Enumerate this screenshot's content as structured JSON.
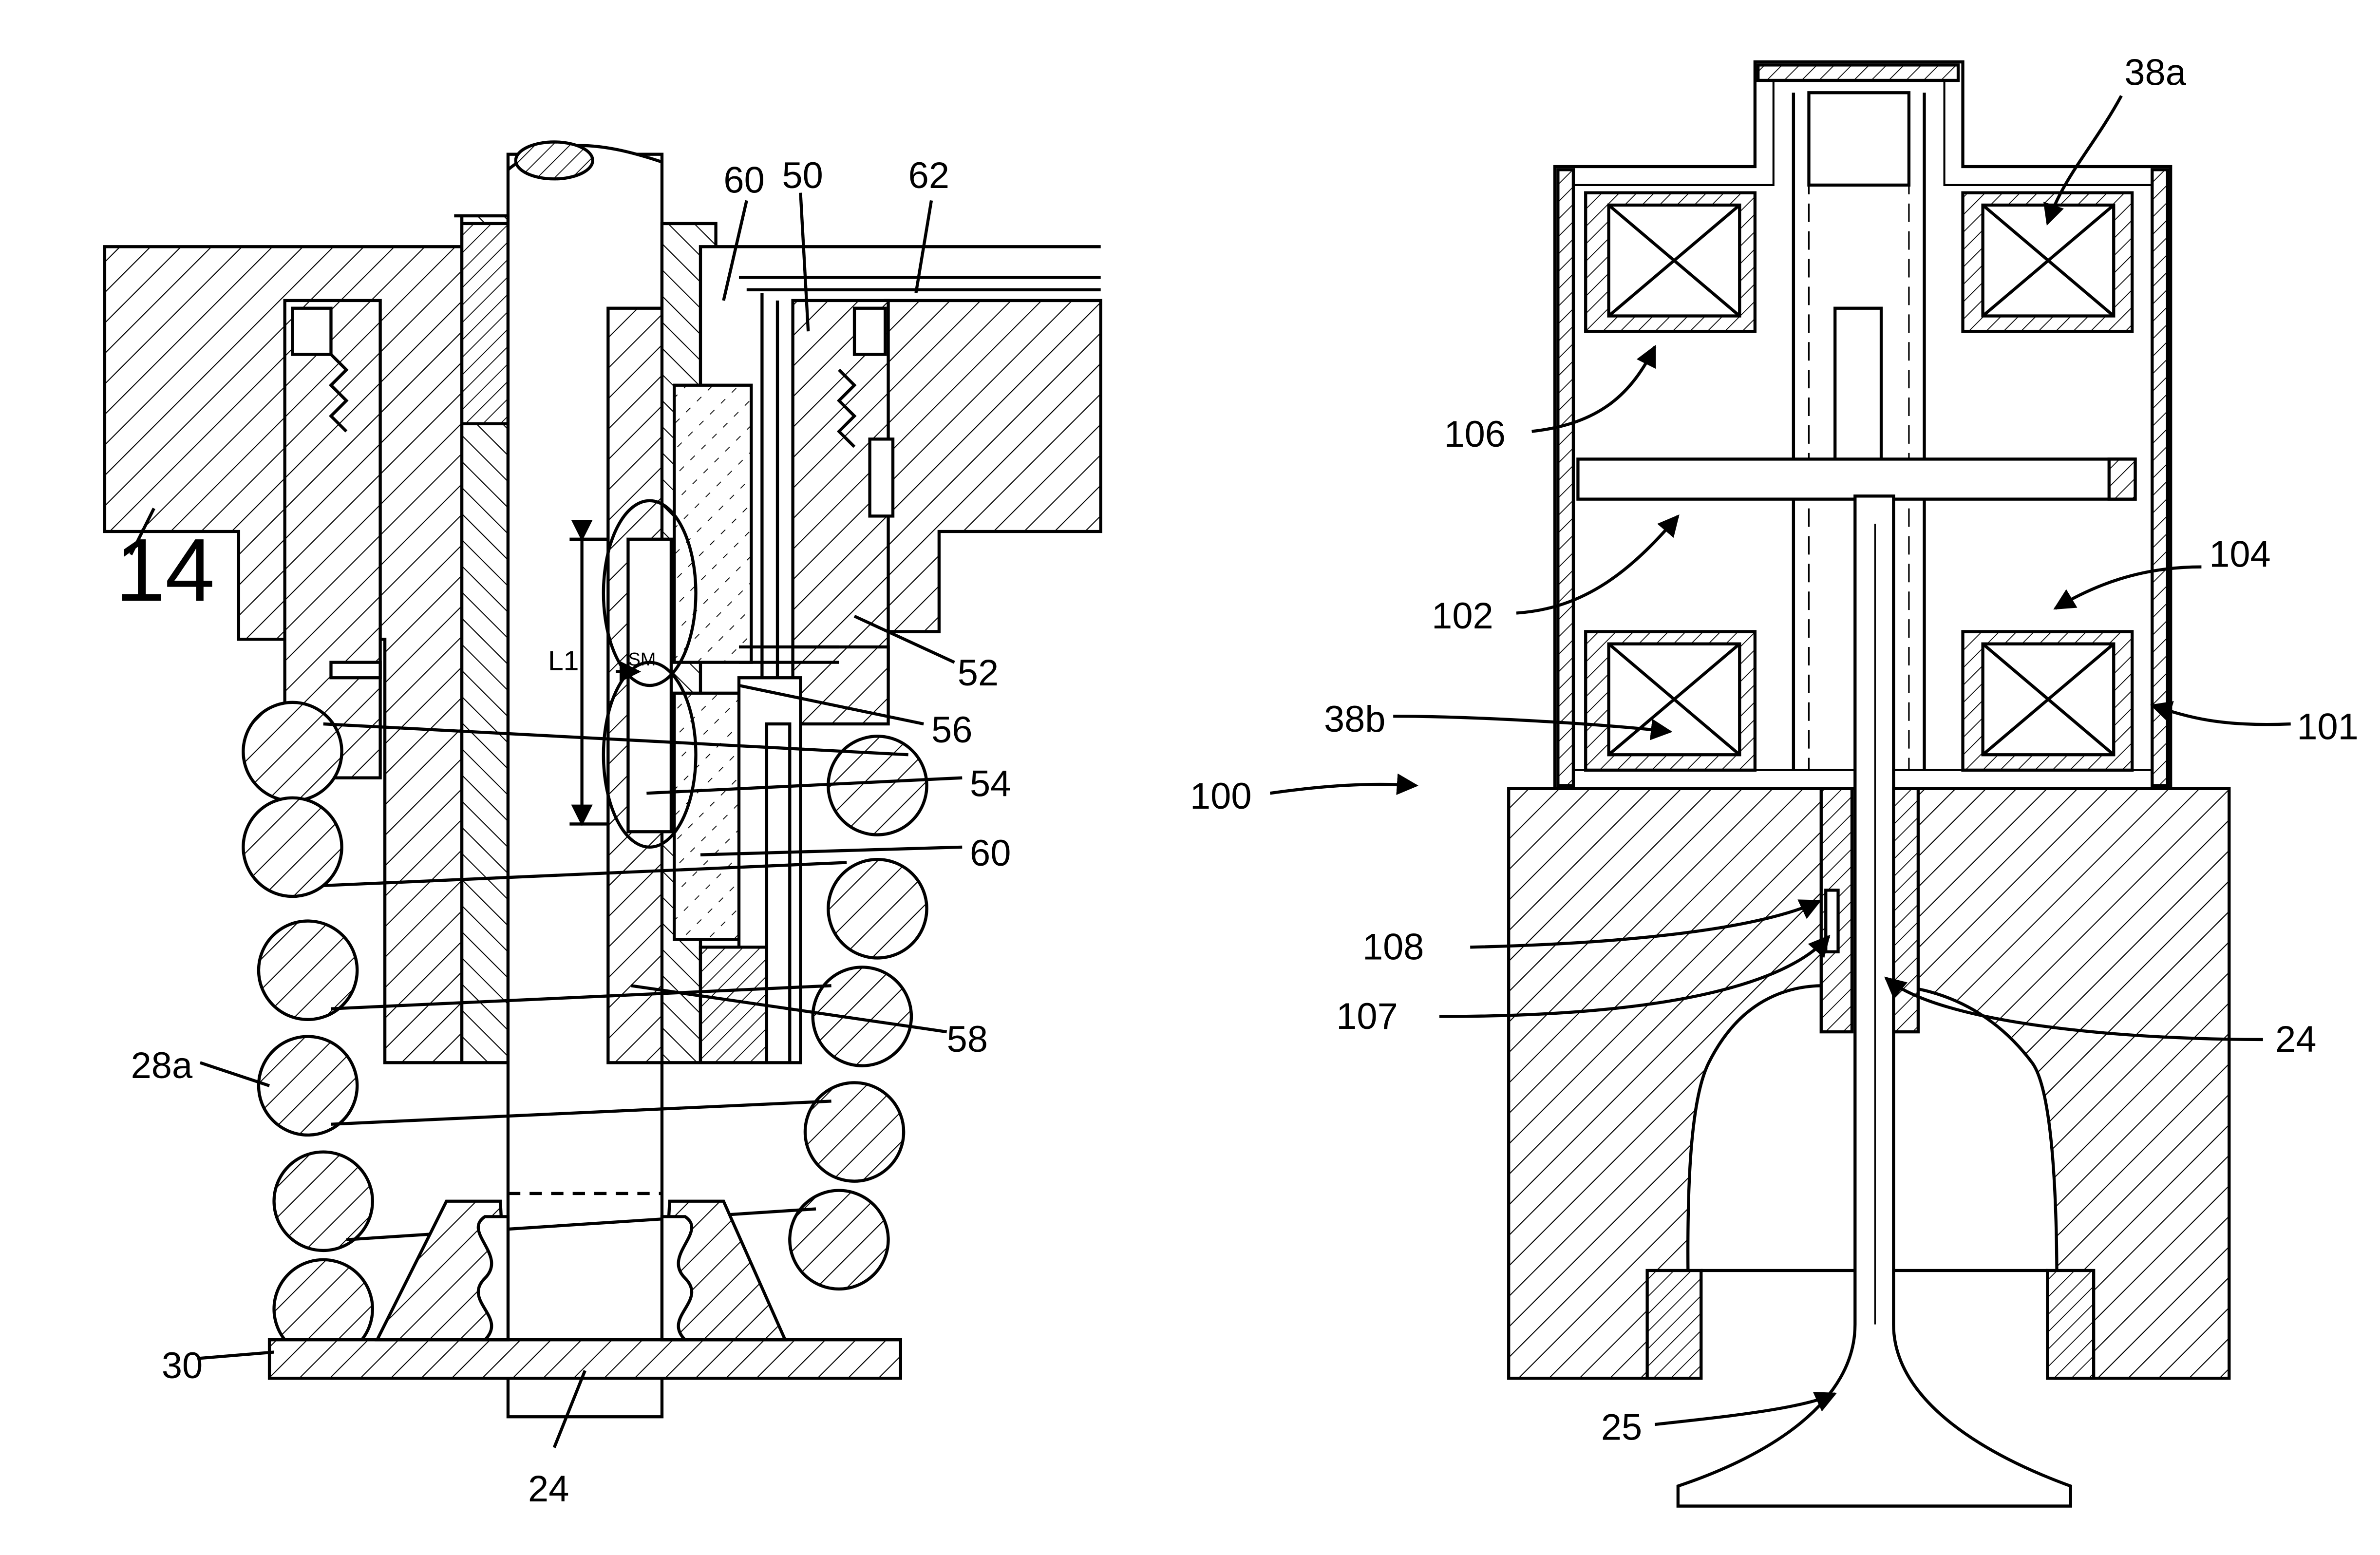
{
  "left_figure": {
    "labels": {
      "l14": "14",
      "l60a": "60",
      "l50": "50",
      "l62": "62",
      "l52": "52",
      "l56": "56",
      "l54": "54",
      "l60b": "60",
      "l58": "58",
      "l28a": "28a",
      "l30": "30",
      "l24": "24",
      "lL1": "L1",
      "lSM": "SM"
    }
  },
  "right_figure": {
    "labels": {
      "l38a": "38a",
      "l106": "106",
      "l102": "102",
      "l104": "104",
      "l38b": "38b",
      "l101": "101",
      "l100": "100",
      "l108": "108",
      "l107": "107",
      "l24": "24",
      "l25": "25"
    }
  },
  "colors": {
    "ink": "#000000",
    "paper": "#ffffff"
  }
}
